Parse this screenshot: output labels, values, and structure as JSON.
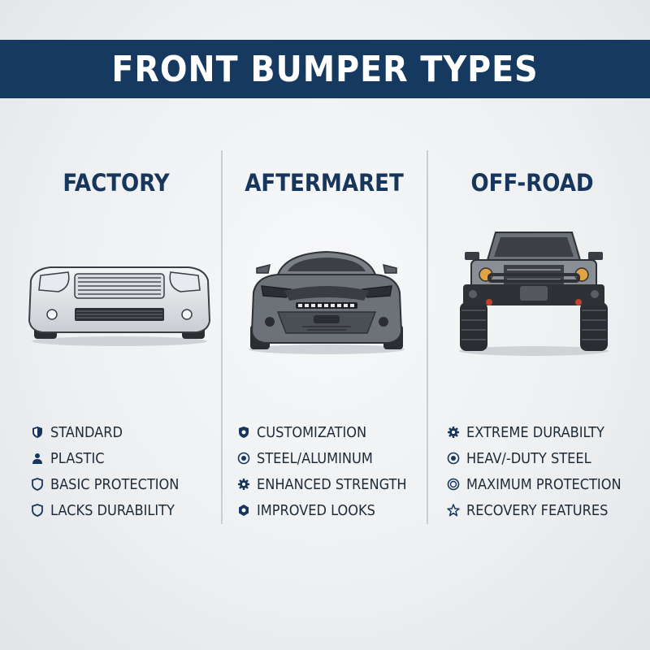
{
  "title": "FRONT BUMPER TYPES",
  "colors": {
    "banner": "#16395f",
    "heading": "#17365c",
    "text": "#1e2a36"
  },
  "columns": [
    {
      "heading": "FACTORY",
      "image": "factory-sedan-front",
      "features": [
        {
          "icon": "shield-icon",
          "label": "STANDARD"
        },
        {
          "icon": "person-icon",
          "label": "PLASTIC"
        },
        {
          "icon": "shield-outline-icon",
          "label": "BASIC PROTECTION"
        },
        {
          "icon": "shield-outline-icon",
          "label": "LACKS DURABILITY"
        }
      ]
    },
    {
      "heading": "AFTERMARET",
      "image": "aftermarket-sports-car-front",
      "features": [
        {
          "icon": "shield-gear-icon",
          "label": "CUSTOMIZATION"
        },
        {
          "icon": "circle-target-icon",
          "label": "STEEL/ALUMINUM"
        },
        {
          "icon": "gear-icon",
          "label": "ENHANCED STRENGTH"
        },
        {
          "icon": "hex-icon",
          "label": "IMPROVED LOOKS"
        }
      ]
    },
    {
      "heading": "OFF-ROAD",
      "image": "offroad-truck-front",
      "features": [
        {
          "icon": "gear-icon",
          "label": "EXTREME DURABILTY"
        },
        {
          "icon": "circle-target-icon",
          "label": "HEAV/-DUTY STEEL"
        },
        {
          "icon": "circle-target-icon",
          "label": "MAXIMUM PROTECTION"
        },
        {
          "icon": "star-icon",
          "label": "RECOVERY FEATURES"
        }
      ]
    }
  ]
}
